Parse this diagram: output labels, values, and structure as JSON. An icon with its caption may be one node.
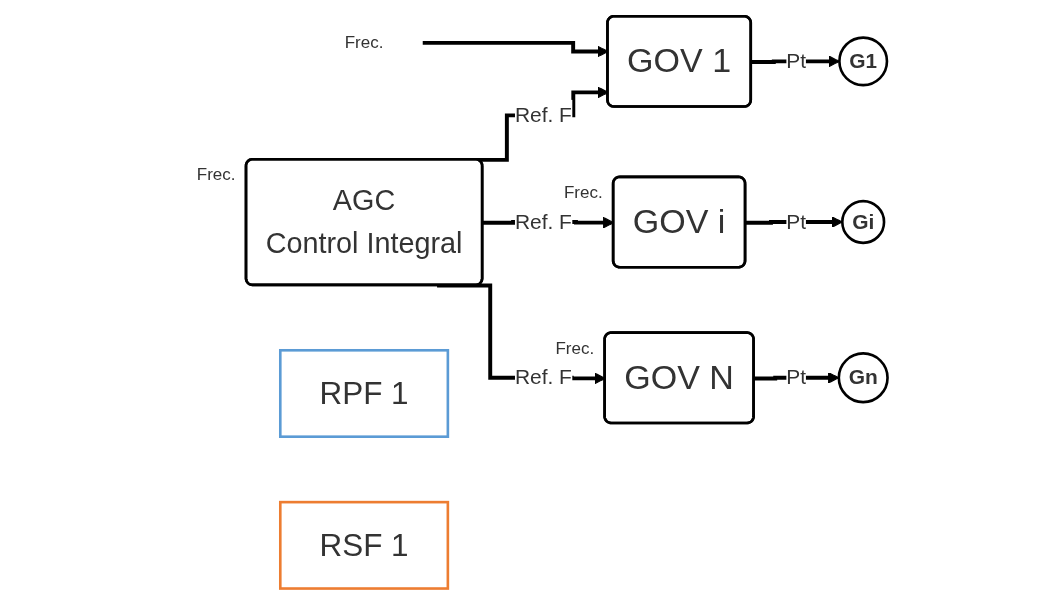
{
  "diagram": {
    "nodes": [
      {
        "text": [
          "AGC",
          "Control Integral"
        ],
        "beside": [
          "Frec."
        ]
      },
      {
        "text": [
          "Frec."
        ]
      },
      {
        "text": [
          "GOV 1"
        ]
      },
      {
        "text": [
          "G1"
        ]
      },
      {
        "text": [
          "GOV i"
        ],
        "beside": [
          "Frec."
        ]
      },
      {
        "text": [
          "Gi"
        ]
      },
      {
        "text": [
          "GOV N"
        ],
        "beside": [
          "Frec."
        ]
      },
      {
        "text": [
          "Gn"
        ]
      },
      {
        "text": [
          "RPF 1"
        ]
      },
      {
        "text": [
          "RSF 1"
        ]
      }
    ],
    "edges": [
      {
        "from": 1,
        "to": 2,
        "arrow": "to"
      },
      {
        "from": 0,
        "to": 2,
        "label": "Ref. F",
        "arrow": "to"
      },
      {
        "from": 2,
        "to": 3,
        "label": "Pt",
        "arrow": "to"
      },
      {
        "from": 0,
        "to": 4,
        "label": "Ref. F",
        "arrow": "to"
      },
      {
        "from": 4,
        "to": 5,
        "label": "Pt",
        "arrow": "to"
      },
      {
        "from": 0,
        "to": 6,
        "label": "Ref. F",
        "arrow": "to"
      },
      {
        "from": 6,
        "to": 7,
        "label": "Pt",
        "arrow": "to"
      }
    ]
  }
}
